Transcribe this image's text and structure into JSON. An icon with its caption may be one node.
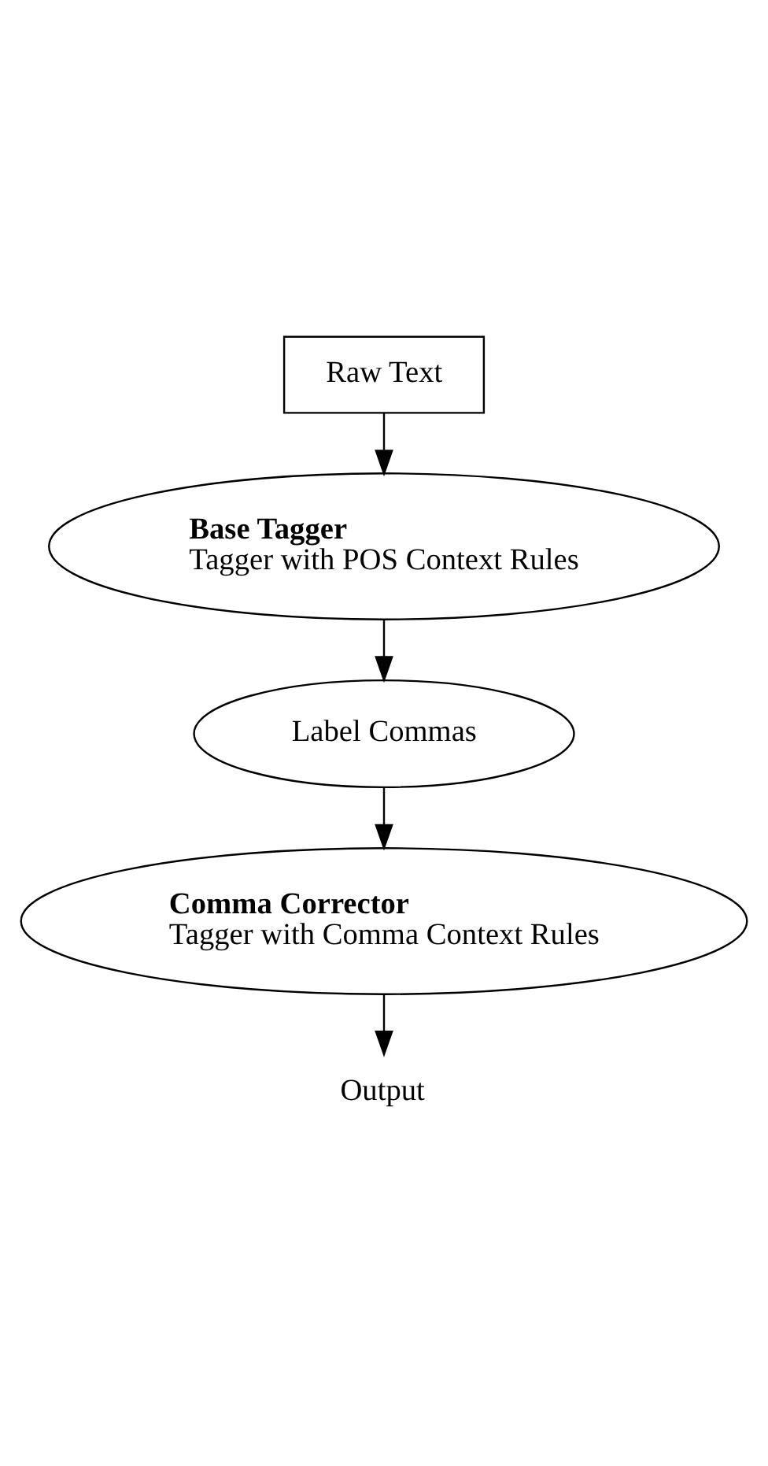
{
  "diagram": {
    "nodes": [
      {
        "text": [
          "Raw Text"
        ]
      },
      {
        "text": [
          "Base Tagger",
          "Tagger with POS Context Rules"
        ]
      },
      {
        "text": [
          "Label Commas"
        ]
      },
      {
        "text": [
          "Comma Corrector",
          "Tagger with Comma Context Rules"
        ]
      },
      {
        "text": [
          "Output"
        ]
      }
    ],
    "edges": [
      {
        "from": 0,
        "to": 1,
        "arrow": "to"
      },
      {
        "from": 1,
        "to": 2,
        "arrow": "to"
      },
      {
        "from": 2,
        "to": 3,
        "arrow": "to"
      },
      {
        "from": 3,
        "to": 4,
        "arrow": "to"
      }
    ]
  }
}
